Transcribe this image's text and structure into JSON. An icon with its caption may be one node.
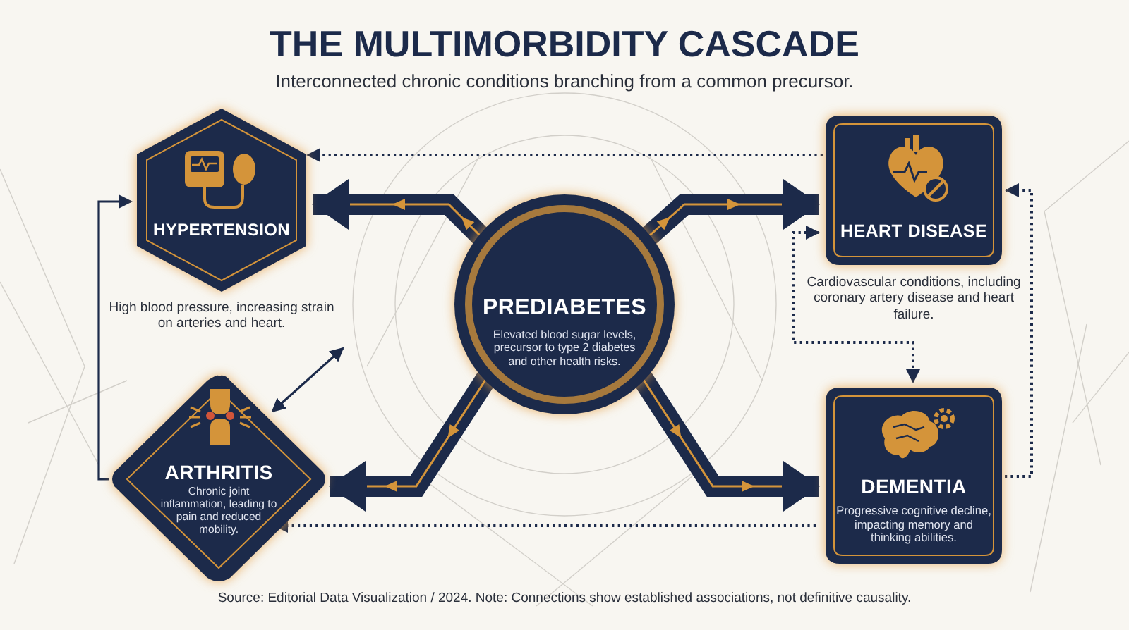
{
  "diagram": {
    "title": "THE MULTIMORBIDITY CASCADE",
    "nodes": [
      {
        "text": [
          "HYPERTENSION"
        ],
        "beside": [
          "High blood pressure, increasing strain on arteries and heart."
        ]
      },
      {
        "text": [
          "HEART DISEASE"
        ],
        "beside": [
          "Cardiovascular conditions, including coronary artery disease and heart failure."
        ]
      },
      {
        "text": [
          "PREDIABETES",
          "Elevated blood sugar levels, precursor to type 2 diabetes and other health risks."
        ]
      },
      {
        "text": [
          "ARTHRITIS",
          "Chronic joint inflammation, leading to pain and reduced mobility."
        ]
      },
      {
        "text": [
          "DEMENTIA",
          "Progressive cognitive decline, impacting memory and thinking abilities."
        ]
      }
    ],
    "edges": [
      {
        "from": 2,
        "to": 0,
        "arrow": "to",
        "style": "thick"
      },
      {
        "from": 2,
        "to": 1,
        "arrow": "to",
        "style": "thick"
      },
      {
        "from": 2,
        "to": 3,
        "arrow": "to",
        "style": "thick"
      },
      {
        "from": 2,
        "to": 4,
        "arrow": "to",
        "style": "thick"
      },
      {
        "from": 1,
        "to": 0,
        "arrow": "to",
        "style": "dashed"
      },
      {
        "from": 1,
        "to": 4,
        "arrow": "both",
        "style": "dashed"
      },
      {
        "from": 4,
        "to": 1,
        "arrow": "to",
        "style": "dashed"
      },
      {
        "from": 4,
        "to": 3,
        "arrow": "to",
        "style": "dashed"
      },
      {
        "from": 3,
        "to": 0,
        "arrow": "to"
      },
      {
        "from": 3,
        "to": 0,
        "arrow": "both"
      }
    ],
    "labels": [
      "Interconnected chronic conditions branching from a common precursor.",
      "Source: Editorial Data Visualization / 2024. Note: Connections show established associations, not definitive causality."
    ]
  }
}
